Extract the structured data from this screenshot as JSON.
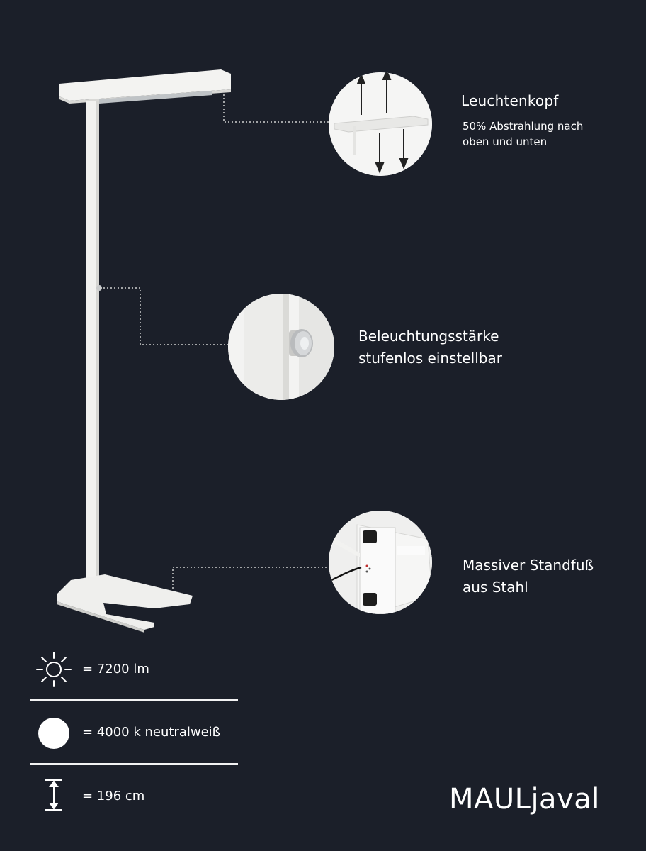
{
  "features": [
    {
      "title": "Leuchtenkopf",
      "subtitle_line1": "50% Abstrahlung nach",
      "subtitle_line2": "oben und unten"
    },
    {
      "line1": "Beleuchtungsstärke",
      "line2": "stufenlos einstellbar"
    },
    {
      "line1": "Massiver Standfuß",
      "line2": "aus Stahl"
    }
  ],
  "specs": [
    {
      "icon": "sun-icon",
      "text": "= 7200 lm"
    },
    {
      "icon": "white-circle-icon",
      "text": "= 4000 k neutralweiß"
    },
    {
      "icon": "height-arrow-icon",
      "text": "= 196 cm"
    }
  ],
  "brand": "MAULjaval",
  "colors": {
    "background": "#1b1f29",
    "text": "#ffffff",
    "lamp": "#f2f2f0"
  }
}
